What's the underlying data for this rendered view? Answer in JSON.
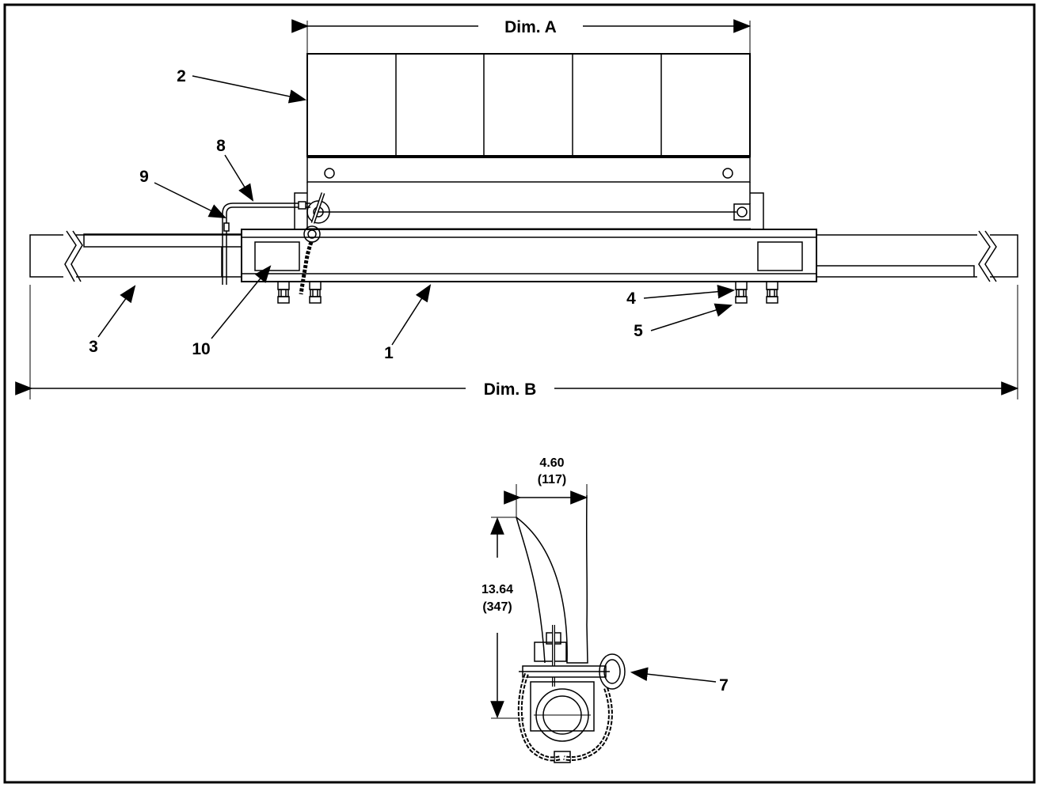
{
  "dimensions": {
    "dim_a": "Dim. A",
    "dim_b": "Dim. B",
    "width_in": "4.60",
    "width_mm": "(117)",
    "height_in": "13.64",
    "height_mm": "(347)"
  },
  "callouts": {
    "c1": "1",
    "c2": "2",
    "c3": "3",
    "c4": "4",
    "c5": "5",
    "c7": "7",
    "c8": "8",
    "c9": "9",
    "c10": "10"
  }
}
